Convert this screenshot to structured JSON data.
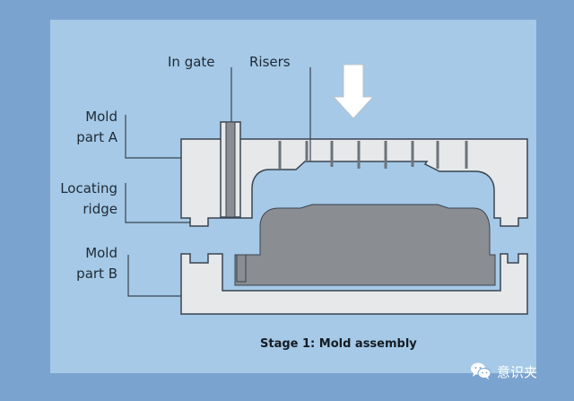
{
  "labels": {
    "in_gate": "In gate",
    "risers": "Risers",
    "mold_part_a_line1": "Mold",
    "mold_part_a_line2": "part A",
    "locating_ridge_line1": "Locating",
    "locating_ridge_line2": "ridge",
    "mold_part_b_line1": "Mold",
    "mold_part_b_line2": "part B"
  },
  "caption": "Stage 1: Mold assembly",
  "watermark": {
    "text": "意识夹",
    "icon": "wechat-icon"
  },
  "colors": {
    "background": "#7aa3cf",
    "panel": "#a5c9e6",
    "mold_body": "#e6e8ea",
    "pattern": "#8a8d91",
    "outline": "#3a4452",
    "arrow": "#ffffff"
  }
}
